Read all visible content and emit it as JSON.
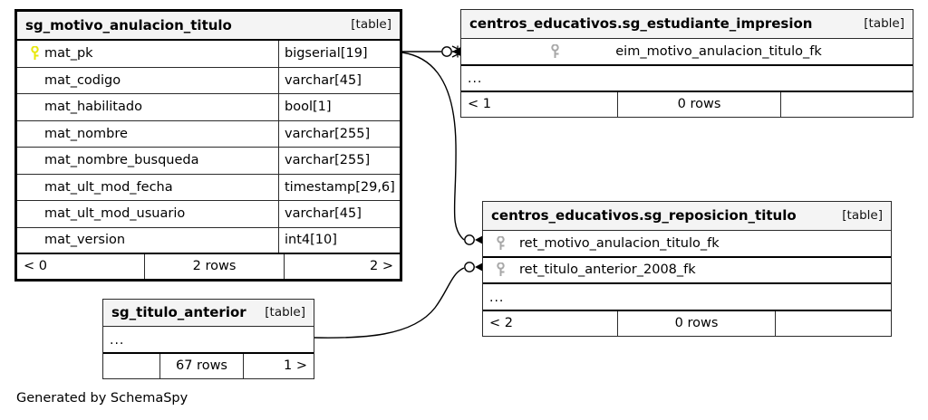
{
  "diagram": {
    "generator_note": "Generated by SchemaSpy",
    "table_tag": "[table]",
    "ellipsis": "...",
    "colors": {
      "pk_key": "#e8e80c",
      "fk_key": "#a8a8a8",
      "header_bg": "#f4f4f4",
      "border": "#2b2b2b",
      "focal_border": "#000000",
      "background": "#ffffff"
    }
  },
  "tables": [
    {
      "id": "sg_motivo_anulacion_titulo",
      "name": "sg_motivo_anulacion_titulo",
      "tag": "[table]",
      "focal": true,
      "columns": [
        {
          "key": "pk",
          "name": "mat_pk",
          "type": "bigserial[19]"
        },
        {
          "key": "none",
          "name": "mat_codigo",
          "type": "varchar[45]"
        },
        {
          "key": "none",
          "name": "mat_habilitado",
          "type": "bool[1]"
        },
        {
          "key": "none",
          "name": "mat_nombre",
          "type": "varchar[255]"
        },
        {
          "key": "none",
          "name": "mat_nombre_busqueda",
          "type": "varchar[255]"
        },
        {
          "key": "none",
          "name": "mat_ult_mod_fecha",
          "type": "timestamp[29,6]"
        },
        {
          "key": "none",
          "name": "mat_ult_mod_usuario",
          "type": "varchar[45]"
        },
        {
          "key": "none",
          "name": "mat_version",
          "type": "int4[10]"
        }
      ],
      "footer": {
        "left": "< 0",
        "center": "2 rows",
        "right": "2 >"
      }
    },
    {
      "id": "sg_estudiante_impresion",
      "name": "centros_educativos.sg_estudiante_impresion",
      "tag": "[table]",
      "focal": false,
      "columns": [
        {
          "key": "fk",
          "name": "eim_motivo_anulacion_titulo_fk",
          "type": ""
        }
      ],
      "has_ellipsis": true,
      "footer": {
        "left": "< 1",
        "center": "0 rows",
        "right": ""
      }
    },
    {
      "id": "sg_reposicion_titulo",
      "name": "centros_educativos.sg_reposicion_titulo",
      "tag": "[table]",
      "focal": false,
      "columns": [
        {
          "key": "fk",
          "name": "ret_motivo_anulacion_titulo_fk",
          "type": ""
        },
        {
          "key": "fk",
          "name": "ret_titulo_anterior_2008_fk",
          "type": ""
        }
      ],
      "has_ellipsis": true,
      "footer": {
        "left": "< 2",
        "center": "0 rows",
        "right": ""
      }
    },
    {
      "id": "sg_titulo_anterior",
      "name": "sg_titulo_anterior",
      "tag": "[table]",
      "focal": false,
      "columns": [],
      "has_ellipsis": true,
      "footer": {
        "left": "",
        "center": "67 rows",
        "right": "1 >"
      }
    }
  ],
  "relationships": [
    {
      "from": "sg_motivo_anulacion_titulo.mat_pk",
      "to": "sg_estudiante_impresion.eim_motivo_anulacion_titulo_fk",
      "cardinality": "zero-or-many"
    },
    {
      "from": "sg_motivo_anulacion_titulo.mat_pk",
      "to": "sg_reposicion_titulo.ret_motivo_anulacion_titulo_fk",
      "cardinality": "zero-or-many"
    },
    {
      "from": "sg_titulo_anterior",
      "to": "sg_reposicion_titulo.ret_titulo_anterior_2008_fk",
      "cardinality": "zero-or-many"
    }
  ]
}
